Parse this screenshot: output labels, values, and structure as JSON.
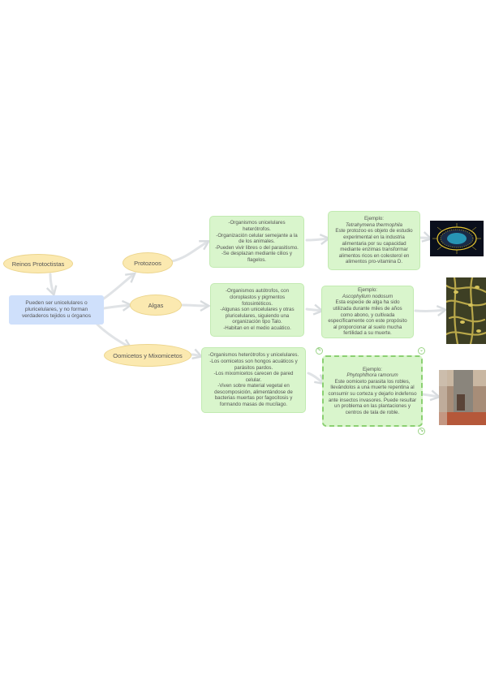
{
  "root": {
    "label": "Reinos Protoctistas"
  },
  "definition": {
    "text": "Pueden ser unicelulares o pluricelulares, y no forman verdaderos tejidos u órganos"
  },
  "groups": [
    {
      "label": "Protozoos",
      "features": [
        "-Organismos unicelulares heterótrofos.",
        "-Organización celular semejante a la de los animales.",
        "-Pueden vivir libres o del parasitismo.",
        "-Se desplazan mediante cilios y flagelos."
      ],
      "example": {
        "heading": "Ejemplo:",
        "species": "Tetrahymena thermophila",
        "text": "Este protozoo es objeto de estudio experimental en la industria alimentaria por su capacidad mediante enzimas transformar alimentos ricos en colesterol en alimentos pro-vitamina D."
      },
      "image_desc": "microscopy-protozoo"
    },
    {
      "label": "Algas",
      "features": [
        "-Organismos autótrofos, con cloroplastos y pigmentos fotosintéticos.",
        "-Algunas son unicelulares y otras pluricelulares, siguiendo una organización tipo Talo.",
        "-Habitan en el medio acuático."
      ],
      "example": {
        "heading": "Ejemplo:",
        "species": "Ascophyllum nodosum",
        "text": "Esta especie de alga ha sido utilizada durante miles de años como abono, y cultivada específicamente con este propósito al proporcionar al suelo mucha fertilidad a su muerte."
      },
      "image_desc": "seaweed-photo"
    },
    {
      "label": "Oomicetos y Mixomicetos",
      "features": [
        "-Organismos heterótrofos y unicelulares.",
        "-Los oomicetos son hongos acuáticos y parásitos pardos.",
        "-Los mixomicetos carecen de pared celular.",
        "-Viven sobre material vegetal en descomposición, alimentándose de bacterias muertas por fagocitosis y formando masas de mucílago."
      ],
      "example": {
        "heading": "Ejemplo:",
        "species": "Phytophthora ramorum",
        "text": "Este oomiceto parasita los robles, llevándolos a una muerte repentina al consumir su corteza y dejarlo indefenso ante insectos invasores. Puede resultar un problema en las plantaciones y centros de tala de roble."
      },
      "image_desc": "tree-trunk-photo"
    }
  ]
}
